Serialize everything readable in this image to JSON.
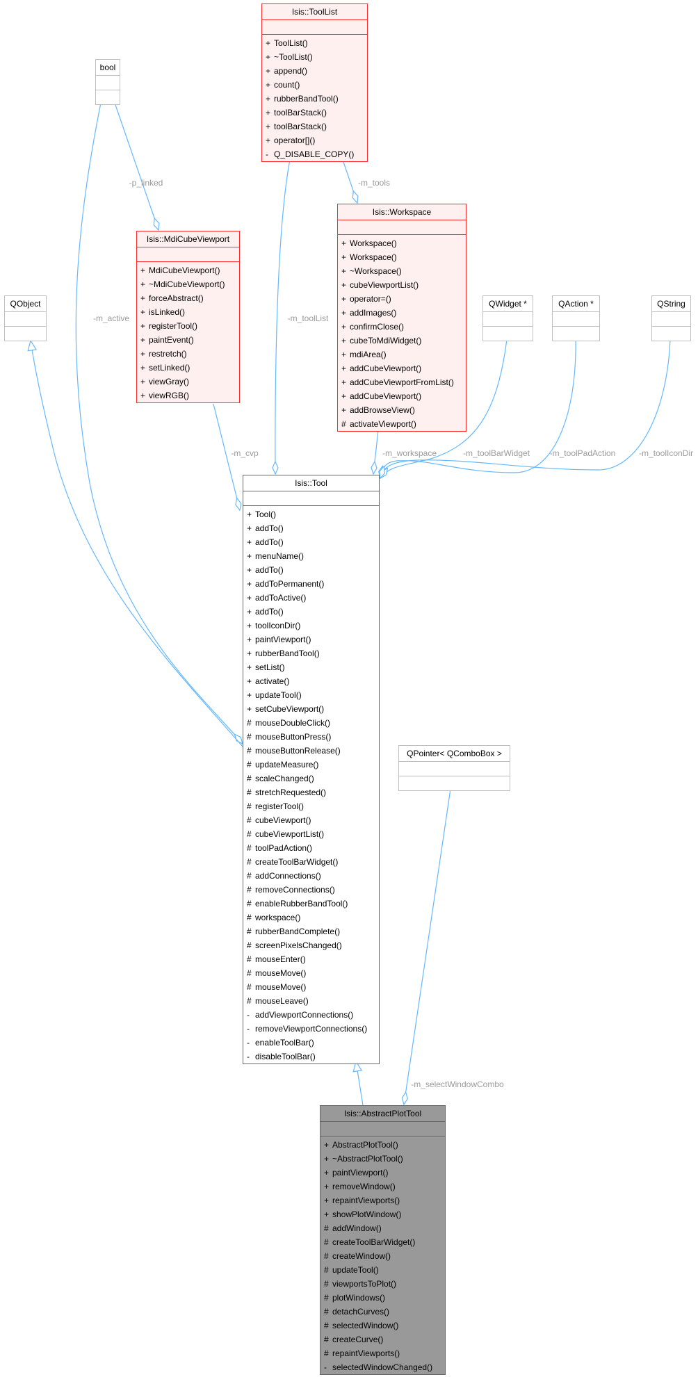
{
  "classes": {
    "toollist": {
      "name": "Isis::ToolList",
      "style": "red",
      "members": [
        [
          "+",
          "ToolList()"
        ],
        [
          "+",
          "~ToolList()"
        ],
        [
          "+",
          "append()"
        ],
        [
          "+",
          "count()"
        ],
        [
          "+",
          "rubberBandTool()"
        ],
        [
          "+",
          "toolBarStack()"
        ],
        [
          "+",
          "toolBarStack()"
        ],
        [
          "+",
          "operator[]()"
        ],
        [
          "-",
          "Q_DISABLE_COPY()"
        ]
      ]
    },
    "bool": {
      "name": "bool",
      "style": "plain",
      "members": []
    },
    "qobject": {
      "name": "QObject",
      "style": "plain",
      "members": []
    },
    "mdicube": {
      "name": "Isis::MdiCubeViewport",
      "style": "red",
      "members": [
        [
          "+",
          "MdiCubeViewport()"
        ],
        [
          "+",
          "~MdiCubeViewport()"
        ],
        [
          "+",
          "forceAbstract()"
        ],
        [
          "+",
          "isLinked()"
        ],
        [
          "+",
          "registerTool()"
        ],
        [
          "+",
          "paintEvent()"
        ],
        [
          "+",
          "restretch()"
        ],
        [
          "+",
          "setLinked()"
        ],
        [
          "+",
          "viewGray()"
        ],
        [
          "+",
          "viewRGB()"
        ]
      ]
    },
    "workspace": {
      "name": "Isis::Workspace",
      "style": "red",
      "members": [
        [
          "+",
          "Workspace()"
        ],
        [
          "+",
          "Workspace()"
        ],
        [
          "+",
          "~Workspace()"
        ],
        [
          "+",
          "cubeViewportList()"
        ],
        [
          "+",
          "operator=()"
        ],
        [
          "+",
          "addImages()"
        ],
        [
          "+",
          "confirmClose()"
        ],
        [
          "+",
          "cubeToMdiWidget()"
        ],
        [
          "+",
          "mdiArea()"
        ],
        [
          "+",
          "addCubeViewport()"
        ],
        [
          "+",
          "addCubeViewportFromList()"
        ],
        [
          "+",
          "addCubeViewport()"
        ],
        [
          "+",
          "addBrowseView()"
        ],
        [
          "#",
          "activateViewport()"
        ]
      ]
    },
    "qwidget": {
      "name": "QWidget *",
      "style": "plain",
      "members": []
    },
    "qaction": {
      "name": "QAction *",
      "style": "plain",
      "members": []
    },
    "qstring": {
      "name": "QString",
      "style": "plain",
      "members": []
    },
    "tool": {
      "name": "Isis::Tool",
      "style": "main",
      "members": [
        [
          "+",
          "Tool()"
        ],
        [
          "+",
          "addTo()"
        ],
        [
          "+",
          "addTo()"
        ],
        [
          "+",
          "menuName()"
        ],
        [
          "+",
          "addTo()"
        ],
        [
          "+",
          "addToPermanent()"
        ],
        [
          "+",
          "addToActive()"
        ],
        [
          "+",
          "addTo()"
        ],
        [
          "+",
          "toolIconDir()"
        ],
        [
          "+",
          "paintViewport()"
        ],
        [
          "+",
          "rubberBandTool()"
        ],
        [
          "+",
          "setList()"
        ],
        [
          "+",
          "activate()"
        ],
        [
          "+",
          "updateTool()"
        ],
        [
          "+",
          "setCubeViewport()"
        ],
        [
          "#",
          "mouseDoubleClick()"
        ],
        [
          "#",
          "mouseButtonPress()"
        ],
        [
          "#",
          "mouseButtonRelease()"
        ],
        [
          "#",
          "updateMeasure()"
        ],
        [
          "#",
          "scaleChanged()"
        ],
        [
          "#",
          "stretchRequested()"
        ],
        [
          "#",
          "registerTool()"
        ],
        [
          "#",
          "cubeViewport()"
        ],
        [
          "#",
          "cubeViewportList()"
        ],
        [
          "#",
          "toolPadAction()"
        ],
        [
          "#",
          "createToolBarWidget()"
        ],
        [
          "#",
          "addConnections()"
        ],
        [
          "#",
          "removeConnections()"
        ],
        [
          "#",
          "enableRubberBandTool()"
        ],
        [
          "#",
          "workspace()"
        ],
        [
          "#",
          "rubberBandComplete()"
        ],
        [
          "#",
          "screenPixelsChanged()"
        ],
        [
          "#",
          "mouseEnter()"
        ],
        [
          "#",
          "mouseMove()"
        ],
        [
          "#",
          "mouseMove()"
        ],
        [
          "#",
          "mouseLeave()"
        ],
        [
          "-",
          "addViewportConnections()"
        ],
        [
          "-",
          "removeViewportConnections()"
        ],
        [
          "-",
          "enableToolBar()"
        ],
        [
          "-",
          "disableToolBar()"
        ]
      ]
    },
    "qpointer": {
      "name": "QPointer< QComboBox >",
      "style": "plain",
      "members": []
    },
    "abstractplot": {
      "name": "Isis::AbstractPlotTool",
      "style": "focus",
      "members": [
        [
          "+",
          "AbstractPlotTool()"
        ],
        [
          "+",
          "~AbstractPlotTool()"
        ],
        [
          "+",
          "paintViewport()"
        ],
        [
          "+",
          "removeWindow()"
        ],
        [
          "+",
          "repaintViewports()"
        ],
        [
          "+",
          "showPlotWindow()"
        ],
        [
          "#",
          "addWindow()"
        ],
        [
          "#",
          "createToolBarWidget()"
        ],
        [
          "#",
          "createWindow()"
        ],
        [
          "#",
          "updateTool()"
        ],
        [
          "#",
          "viewportsToPlot()"
        ],
        [
          "#",
          "plotWindows()"
        ],
        [
          "#",
          "detachCurves()"
        ],
        [
          "#",
          "selectedWindow()"
        ],
        [
          "#",
          "createCurve()"
        ],
        [
          "#",
          "repaintViewports()"
        ],
        [
          "-",
          "selectedWindowChanged()"
        ]
      ]
    }
  },
  "edge_labels": {
    "p_linked": "-p_linked",
    "m_tools": "-m_tools",
    "m_active": "-m_active",
    "m_toolList": "-m_toolList",
    "m_cvp": "-m_cvp",
    "m_workspace": "-m_workspace",
    "m_toolBarWidget": "-m_toolBarWidget",
    "m_toolPadAction": "-m_toolPadAction",
    "m_toolIconDir": "-m_toolIconDir",
    "m_selectWindowCombo": "-m_selectWindowCombo"
  },
  "colors": {
    "edge": "#63b8ff",
    "label": "#9a9a9a",
    "highlight_border": "#ff2b2b",
    "highlight_fill": "#fff0f0",
    "focus_fill": "#999999"
  }
}
